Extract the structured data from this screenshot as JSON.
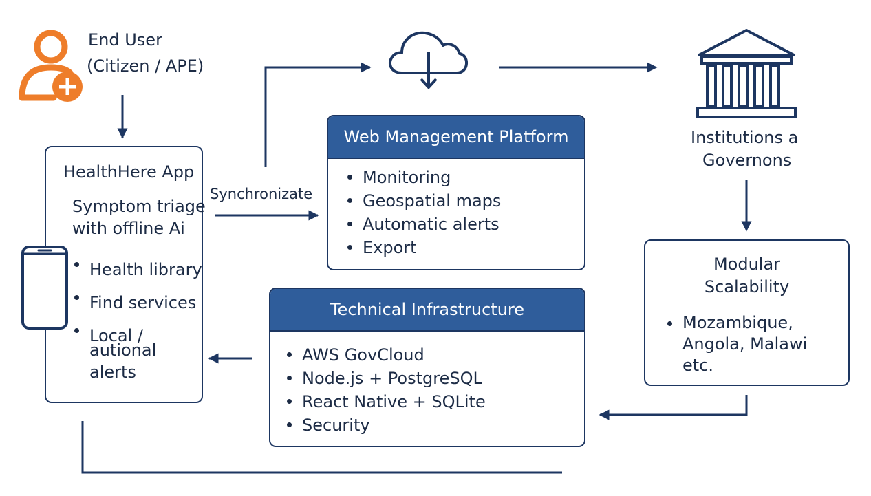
{
  "end_user": {
    "line1": "End User",
    "line2": "(Citizen / APE)"
  },
  "app": {
    "title": "HealthHere App",
    "triage_line1": "Symptom triage",
    "triage_line2": "with offline Ai",
    "items": [
      "Health library",
      "Find services",
      "Local  /",
      "autional",
      "alerts"
    ]
  },
  "sync_label": "Synchronizate",
  "web_platform": {
    "title": "Web Management Platform",
    "items": [
      "Monitoring",
      "Geospatial maps",
      "Automatic alerts",
      "Export"
    ]
  },
  "institutions": {
    "line1": "Institutions a",
    "line2": "Governons"
  },
  "scalability": {
    "title_line1": "Modular",
    "title_line2": "Scalability",
    "items": [
      "Mozambique,",
      "Angola, Malawi",
      "etc."
    ]
  },
  "infrastructure": {
    "title": "Technical Infrastructure",
    "items": [
      "AWS GovCloud",
      "Node.js + PostgreSQL",
      "React Native + SQLite",
      "Security"
    ]
  },
  "colors": {
    "navy": "#1d3661",
    "header_blue": "#2f5d9b",
    "user_orange": "#ee7d2a"
  },
  "icons": [
    "user-add-icon",
    "cloud-sync-icon",
    "institution-icon",
    "smartphone-icon"
  ]
}
